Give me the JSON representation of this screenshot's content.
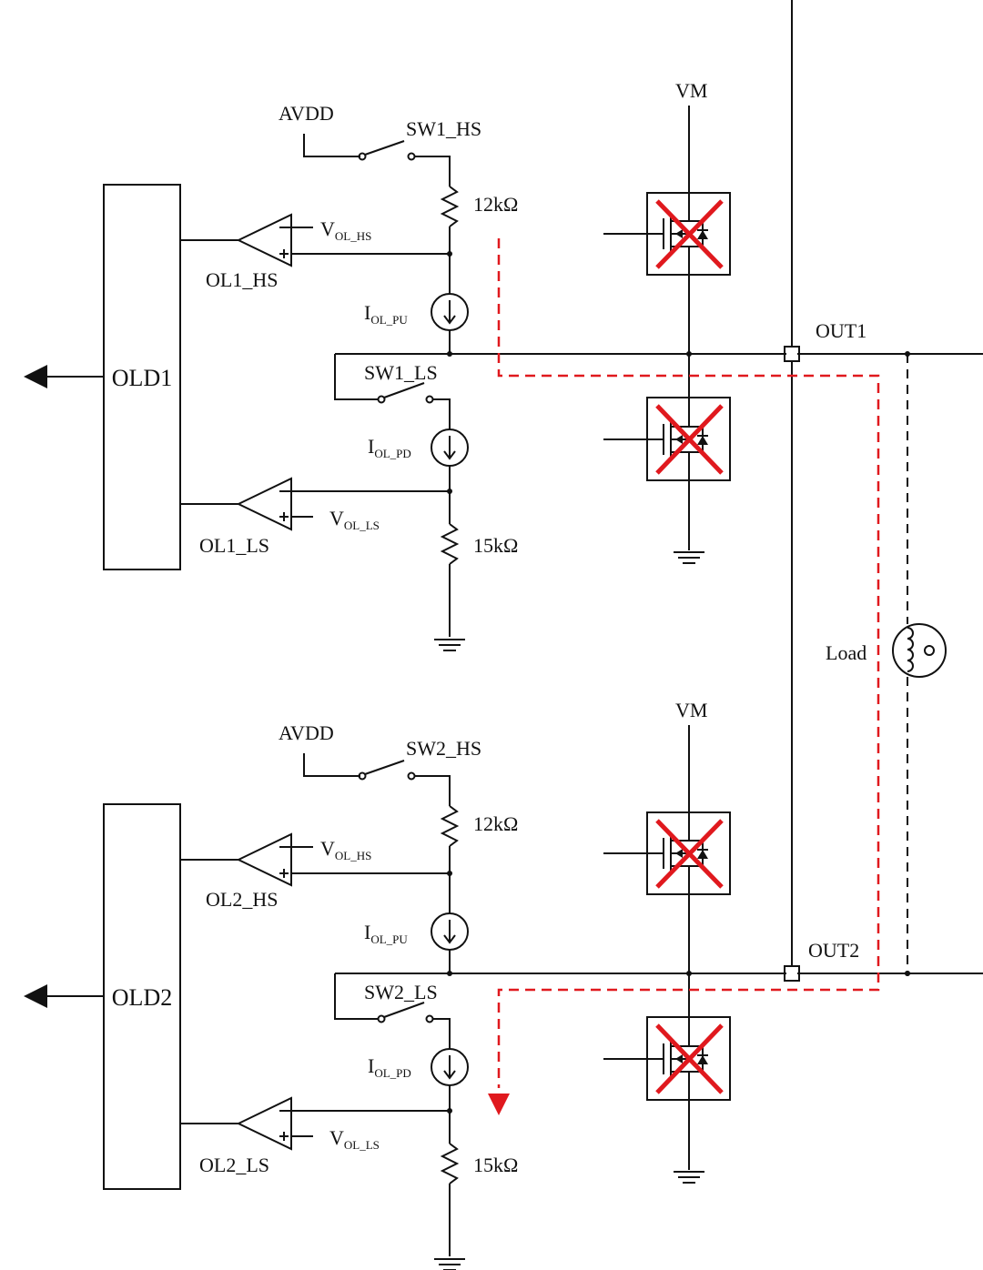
{
  "labels": {
    "avdd": "AVDD",
    "vm": "VM",
    "r_pu": "12kΩ",
    "r_pd": "15kΩ",
    "i": "I",
    "ol_pu_sub": "OL_PU",
    "ol_pd_sub": "OL_PD",
    "v": "V",
    "ol_hs_sub": "OL_HS",
    "ol_ls_sub": "OL_LS",
    "load": "Load"
  },
  "channels": [
    {
      "old": "OLD1",
      "sw_hs": "SW1_HS",
      "sw_ls": "SW1_LS",
      "cmp_hs": "OL1_HS",
      "cmp_ls": "OL1_LS",
      "out": "OUT1"
    },
    {
      "old": "OLD2",
      "sw_hs": "SW2_HS",
      "sw_ls": "SW2_LS",
      "cmp_hs": "OL2_HS",
      "cmp_ls": "OL2_LS",
      "out": "OUT2"
    }
  ],
  "colors": {
    "wire": "#111111",
    "fault_path": "#e0191e",
    "disabled_mark": "#e0191e"
  }
}
